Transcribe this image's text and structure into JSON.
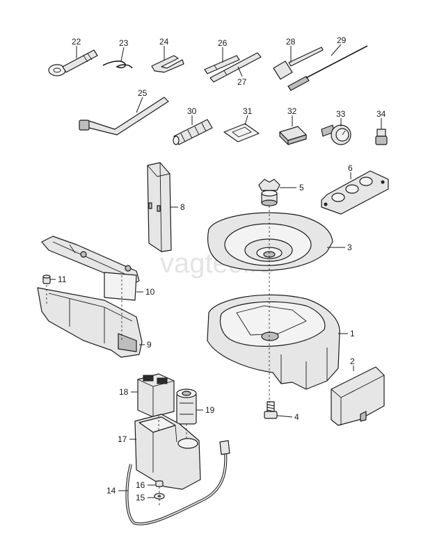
{
  "watermark": "vagtec.ru",
  "callouts": {
    "c1": "1",
    "c2": "2",
    "c3": "3",
    "c4": "4",
    "c5": "5",
    "c6": "6",
    "c8": "8",
    "c9": "9",
    "c10": "10",
    "c11": "11",
    "c14": "14",
    "c15": "15",
    "c16": "16",
    "c17": "17",
    "c18": "18",
    "c19": "19",
    "c22": "22",
    "c23": "23",
    "c24": "24",
    "c25": "25",
    "c26": "26",
    "c27": "27",
    "c28": "28",
    "c29": "29",
    "c30": "30",
    "c31": "31",
    "c32": "32",
    "c33": "33",
    "c34": "34"
  },
  "colors": {
    "line": "#1a1a1a",
    "fill": "#e6e6e6",
    "background": "#ffffff"
  }
}
